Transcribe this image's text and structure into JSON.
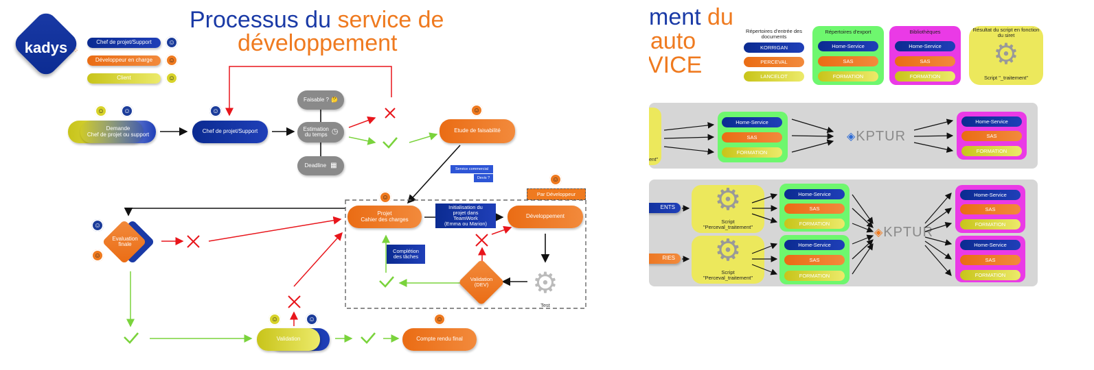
{
  "brand": {
    "name": "kadys"
  },
  "left": {
    "title_line1_a": "Processus du ",
    "title_line1_b": "service de",
    "title_line2": "développement",
    "legend": {
      "items": [
        "Chef de projet/Support",
        "Développeur en charge",
        "Client"
      ]
    },
    "nodes": {
      "demande": "Demande\nChef de projet ou support",
      "chef": "Chef de projet/Support",
      "faisable": "Faisable ?",
      "estimation": "Estimation\ndu temps",
      "deadline": "Deadline",
      "etude": "Etude de faisabilité",
      "service_commercial": "Service commercial",
      "devis": "Devis ?",
      "par_dev": "Par Développeur",
      "projet": "Projet\nCahier des charges",
      "initialisation": "Initialisation du\nprojet dans\nTeamWork\n(Emma ou Marion)",
      "developpement": "Développement",
      "evaluation": "Evaluation\nfinale",
      "completion": "Complétion\ndes tâches",
      "validation_dev": "Validation\n(DEV)",
      "test": "Test",
      "validation": "Validation",
      "compte_rendu": "Compte rendu final"
    }
  },
  "right": {
    "title_line1_a": "ment ",
    "title_line1_b": "du",
    "title_line2": "auto",
    "title_line3": "VICE",
    "headers": {
      "entree": "Répertoires d'entrée des documents",
      "export": "Répertoires d'export",
      "biblio": "Bibliothèques",
      "resultat": "Résultat du  script en fonction du siret"
    },
    "entree_items": [
      "KORRIGAN",
      "PERCEVAL",
      "LANCELOT"
    ],
    "folders": [
      "Home-Service",
      "SAS",
      "FORMATION"
    ],
    "script_top": "Script \"_traitement\"",
    "band1_left_fragment": "ent\"",
    "band2_labels": [
      "ENTS",
      "RIES"
    ],
    "script_name": "Script\n\"Perceval_traitement\"",
    "kptur": "KPTUR"
  },
  "colors": {
    "blue": "#0b2b91",
    "orange": "#ef7a1f",
    "yellow": "#d8d32a",
    "red": "#e8151b",
    "green": "#7ad33c",
    "title_blue": "#1a3aa6"
  }
}
